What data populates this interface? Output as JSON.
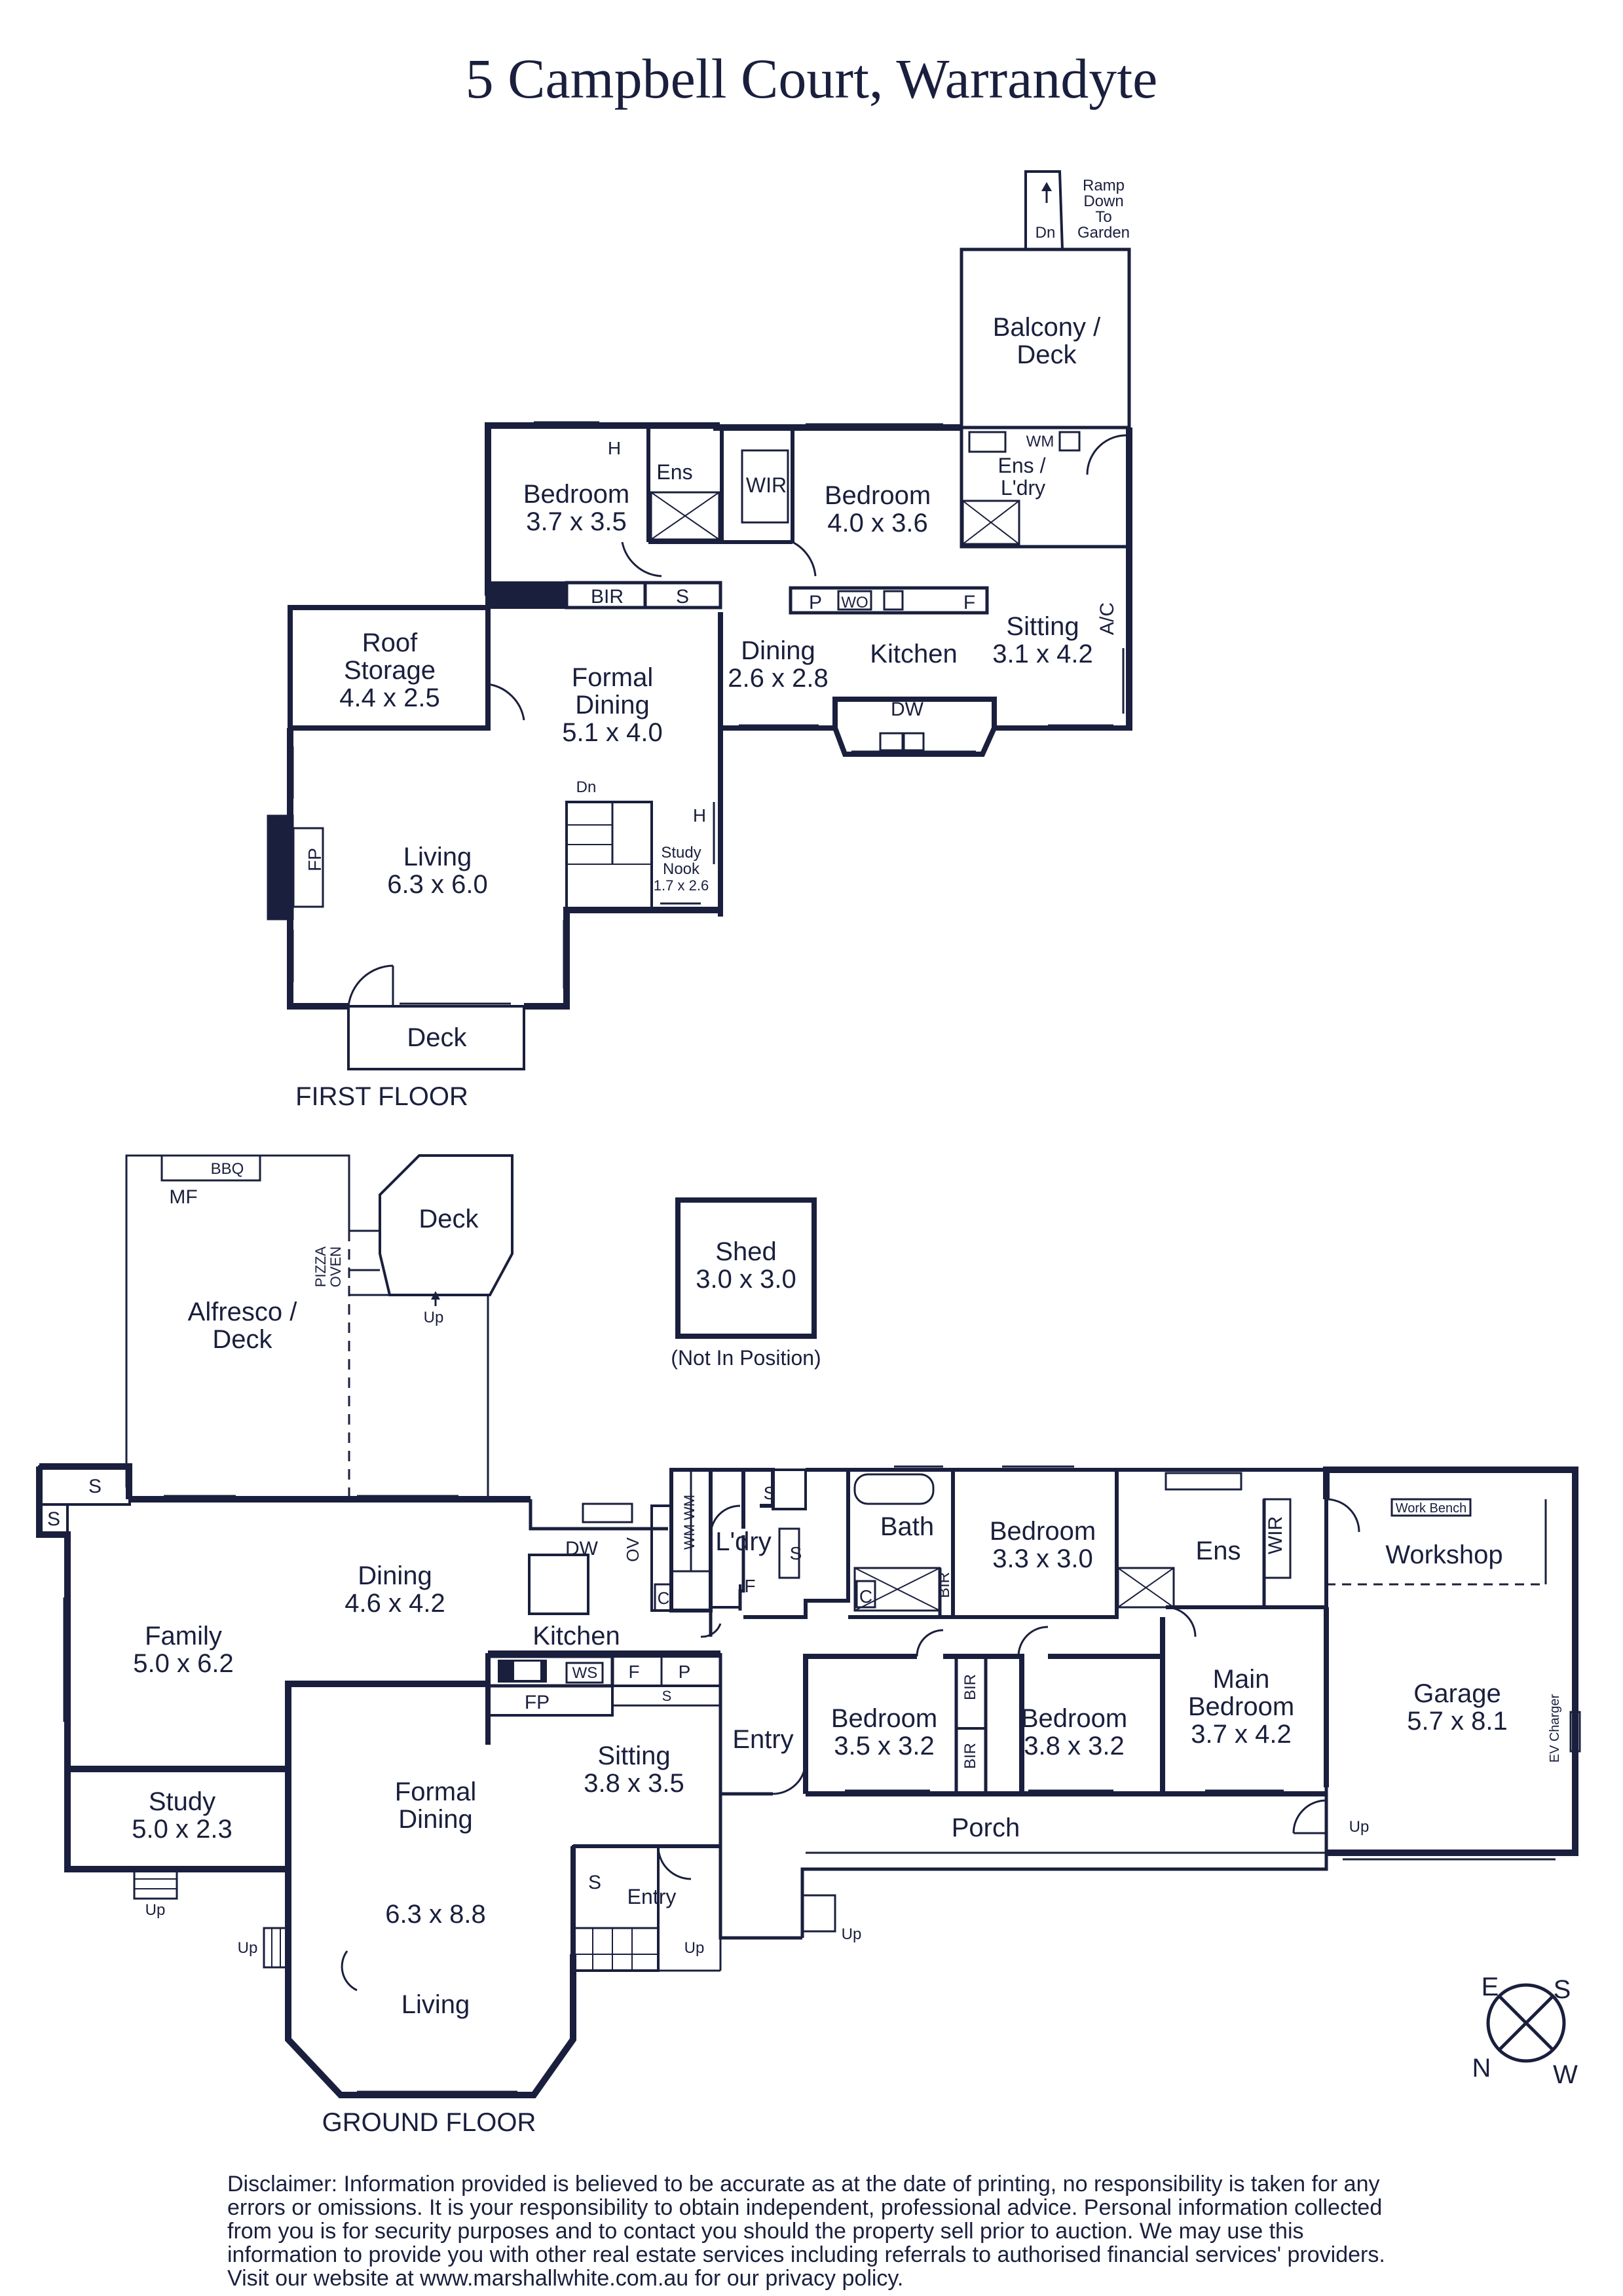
{
  "title": "5 Campbell Court, Warrandyte",
  "floors": {
    "first": "FIRST FLOOR",
    "ground": "GROUND FLOOR"
  },
  "first_floor": {
    "ramp": [
      "Ramp",
      "Down",
      "To",
      "Garden"
    ],
    "dn": "Dn",
    "balcony": [
      "Balcony /",
      "Deck"
    ],
    "wm": "WM",
    "ens_ldry": [
      "Ens /",
      "L'dry"
    ],
    "bedroom1": [
      "Bedroom",
      "3.7 x 3.5"
    ],
    "h1": "H",
    "ens1": "Ens",
    "wir": "WIR",
    "bedroom2": [
      "Bedroom",
      "4.0 x 3.6"
    ],
    "bir": "BIR",
    "s": "S",
    "p": "P",
    "wo": "WO",
    "f": "F",
    "ac": "A/C",
    "roof_storage": [
      "Roof",
      "Storage",
      "4.4 x 2.5"
    ],
    "formal_dining": [
      "Formal",
      "Dining",
      "5.1 x 4.0"
    ],
    "dining": [
      "Dining",
      "2.6 x 2.8"
    ],
    "kitchen": "Kitchen",
    "sitting": [
      "Sitting",
      "3.1 x 4.2"
    ],
    "dw": "DW",
    "stair_dn": "Dn",
    "h2": "H",
    "study_nook": [
      "Study",
      "Nook",
      "1.7 x 2.6"
    ],
    "fp": "FP",
    "living": [
      "Living",
      "6.3 x 6.0"
    ],
    "deck": "Deck"
  },
  "ground_floor": {
    "bbq": "BBQ",
    "mf": "MF",
    "pizza_oven": [
      "PIZZA",
      "OVEN"
    ],
    "deck": "Deck",
    "up_deck": "Up",
    "alfresco": [
      "Alfresco /",
      "Deck"
    ],
    "shed": [
      "Shed",
      "3.0 x 3.0"
    ],
    "shed_note": "(Not In Position)",
    "s1": "S",
    "s2": "S",
    "dining": [
      "Dining",
      "4.6 x 4.2"
    ],
    "dw": "DW",
    "ov": "OV",
    "wm_wm": "WM WM",
    "c1": "C",
    "ldry": "L'dry",
    "s3": "S",
    "s4": "S",
    "f1": "F",
    "kitchen": "Kitchen",
    "ws": "WS",
    "f2": "F",
    "p": "P",
    "fp": "FP",
    "s5": "S",
    "family": [
      "Family",
      "5.0 x 6.2"
    ],
    "bath": "Bath",
    "c2": "C",
    "bir1": "BIR",
    "bedroom_a": [
      "Bedroom",
      "3.3 x 3.0"
    ],
    "ens": "Ens",
    "wir": "WIR",
    "work_bench": "Work Bench",
    "workshop": "Workshop",
    "main_bedroom": [
      "Main",
      "Bedroom",
      "3.7 x 4.2"
    ],
    "garage": [
      "Garage",
      "5.7 x 8.1"
    ],
    "ev_charger": "EV Charger",
    "bedroom_b": [
      "Bedroom",
      "3.5 x 3.2"
    ],
    "bir2": "BIR",
    "bir3": "BIR",
    "bedroom_c": [
      "Bedroom",
      "3.8 x 3.2"
    ],
    "entry1": "Entry",
    "sitting": [
      "Sitting",
      "3.8 x 3.5"
    ],
    "formal_dining": [
      "Formal",
      "Dining"
    ],
    "study": [
      "Study",
      "5.0 x 2.3"
    ],
    "up_study": "Up",
    "porch": "Porch",
    "up_garage": "Up",
    "s6": "S",
    "entry2": "Entry",
    "up_entry": "Up",
    "up_porch": "Up",
    "up_side": "Up",
    "living_dim": "6.3 x 8.8",
    "living": "Living"
  },
  "compass": {
    "e": "E",
    "s": "S",
    "n": "N",
    "w": "W"
  },
  "disclaimer": "Disclaimer: Information provided is believed to be accurate as at the date of printing, no responsibility is taken for any errors or omissions. It is your responsibility to obtain independent, professional advice. Personal information collected from you is for security purposes and to contact you should the property sell prior to auction. We may use this information to provide you with other real estate services including referrals to authorised financial services' providers. Visit our website at www.marshallwhite.com.au for our privacy policy.",
  "colors": {
    "ink": "#1a1f3d",
    "background": "#ffffff"
  }
}
